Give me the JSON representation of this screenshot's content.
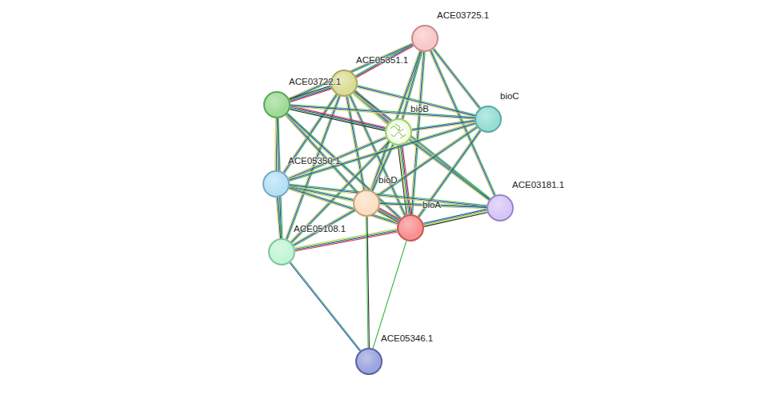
{
  "diagram": {
    "nodes": [
      {
        "text": [
          "ACE03725.1"
        ]
      },
      {
        "text": [
          "ACE05351.1"
        ]
      },
      {
        "text": [
          "ACE03722.1"
        ]
      },
      {
        "text": [
          "bioB"
        ]
      },
      {
        "text": [
          "bioC"
        ]
      },
      {
        "text": [
          "ACE05350.1"
        ]
      },
      {
        "text": [
          "bioD"
        ]
      },
      {
        "text": [
          "bioA"
        ]
      },
      {
        "text": [
          "ACE03181.1"
        ]
      },
      {
        "text": [
          "ACE05108.1"
        ]
      },
      {
        "text": [
          "ACE05346.1"
        ]
      }
    ],
    "edges": [
      {
        "from": 0,
        "to": 1,
        "arrow": "none"
      },
      {
        "from": 0,
        "to": 3,
        "arrow": "none"
      },
      {
        "from": 0,
        "to": 4,
        "arrow": "none"
      },
      {
        "from": 0,
        "to": 6,
        "arrow": "none"
      },
      {
        "from": 0,
        "to": 7,
        "arrow": "none"
      },
      {
        "from": 0,
        "to": 8,
        "arrow": "none"
      },
      {
        "from": 0,
        "to": 2,
        "arrow": "none"
      },
      {
        "from": 1,
        "to": 2,
        "arrow": "none"
      },
      {
        "from": 1,
        "to": 3,
        "arrow": "none"
      },
      {
        "from": 1,
        "to": 4,
        "arrow": "none"
      },
      {
        "from": 1,
        "to": 5,
        "arrow": "none"
      },
      {
        "from": 1,
        "to": 6,
        "arrow": "none"
      },
      {
        "from": 1,
        "to": 7,
        "arrow": "none"
      },
      {
        "from": 1,
        "to": 8,
        "arrow": "none"
      },
      {
        "from": 1,
        "to": 9,
        "arrow": "none"
      },
      {
        "from": 2,
        "to": 3,
        "arrow": "none"
      },
      {
        "from": 2,
        "to": 4,
        "arrow": "none"
      },
      {
        "from": 2,
        "to": 5,
        "arrow": "none"
      },
      {
        "from": 2,
        "to": 6,
        "arrow": "none"
      },
      {
        "from": 2,
        "to": 7,
        "arrow": "none"
      },
      {
        "from": 2,
        "to": 9,
        "arrow": "none"
      },
      {
        "from": 3,
        "to": 4,
        "arrow": "none"
      },
      {
        "from": 3,
        "to": 5,
        "arrow": "none"
      },
      {
        "from": 3,
        "to": 6,
        "arrow": "none"
      },
      {
        "from": 3,
        "to": 7,
        "arrow": "none"
      },
      {
        "from": 3,
        "to": 8,
        "arrow": "none"
      },
      {
        "from": 3,
        "to": 9,
        "arrow": "none"
      },
      {
        "from": 4,
        "to": 5,
        "arrow": "none"
      },
      {
        "from": 4,
        "to": 6,
        "arrow": "none"
      },
      {
        "from": 4,
        "to": 7,
        "arrow": "none"
      },
      {
        "from": 5,
        "to": 6,
        "arrow": "none"
      },
      {
        "from": 5,
        "to": 7,
        "arrow": "none"
      },
      {
        "from": 5,
        "to": 8,
        "arrow": "none"
      },
      {
        "from": 5,
        "to": 9,
        "arrow": "none"
      },
      {
        "from": 6,
        "to": 7,
        "arrow": "none"
      },
      {
        "from": 6,
        "to": 8,
        "arrow": "none"
      },
      {
        "from": 6,
        "to": 9,
        "arrow": "none"
      },
      {
        "from": 7,
        "to": 8,
        "arrow": "none"
      },
      {
        "from": 7,
        "to": 9,
        "arrow": "none"
      },
      {
        "from": 6,
        "to": 10,
        "arrow": "none"
      },
      {
        "from": 7,
        "to": 10,
        "arrow": "none"
      },
      {
        "from": 9,
        "to": 10,
        "arrow": "none"
      }
    ]
  }
}
